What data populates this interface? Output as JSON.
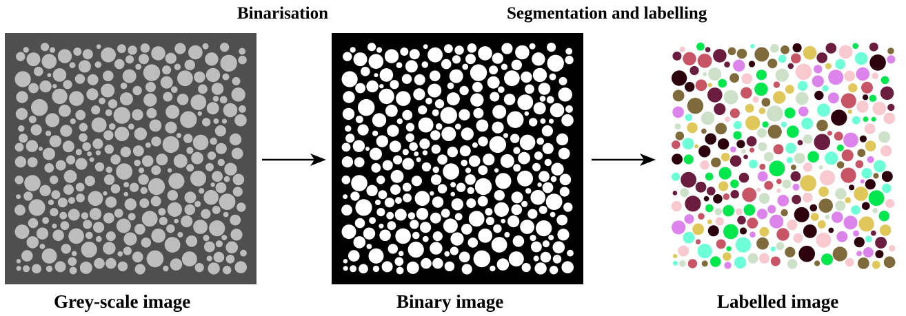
{
  "stages": {
    "binarisation": "Binarisation",
    "segmentation": "Segmentation and labelling"
  },
  "captions": {
    "grey": "Grey-scale image",
    "binary": "Binary image",
    "labelled": "Labelled image"
  },
  "colors": {
    "grey_background": "#4f4f4f",
    "grey_particle": "#bdbdbd",
    "binary_background": "#000000",
    "binary_particle": "#ffffff",
    "label_palette": [
      "#f9c9d0",
      "#dc83ec",
      "#00e64d",
      "#2d000e",
      "#e0c75a",
      "#5ba3c4",
      "#c4f08c",
      "#c75566",
      "#6a1d3f",
      "#6dffd8",
      "#cde1c8",
      "#7f6a3c",
      "#b48ed1",
      "#0a6ff0"
    ]
  }
}
